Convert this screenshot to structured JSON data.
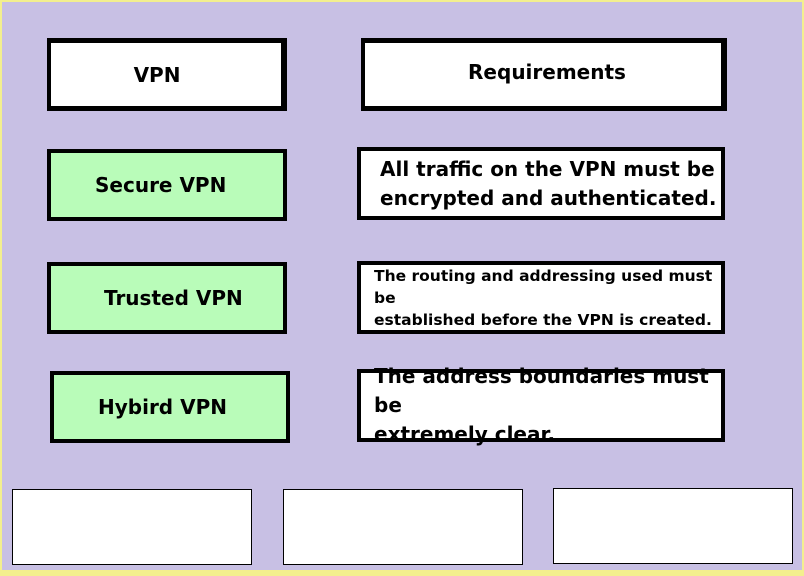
{
  "headers": {
    "vpn": "VPN",
    "requirements": "Requirements"
  },
  "vpn_types": [
    {
      "label": "Secure VPN"
    },
    {
      "label": "Trusted VPN"
    },
    {
      "label": "Hybird VPN"
    }
  ],
  "requirements": [
    {
      "lines": [
        "All traffic on the VPN must be",
        "encrypted and authenticated."
      ]
    },
    {
      "lines": [
        "The routing and addressing used must be",
        "established before the VPN is created."
      ]
    },
    {
      "lines": [
        "The address boundaries must be",
        "extremely clear."
      ]
    }
  ],
  "colors": {
    "background": "#c8c0e4",
    "vpn_box": "#b9fcb9",
    "border_frame": "#f3ef8e"
  }
}
